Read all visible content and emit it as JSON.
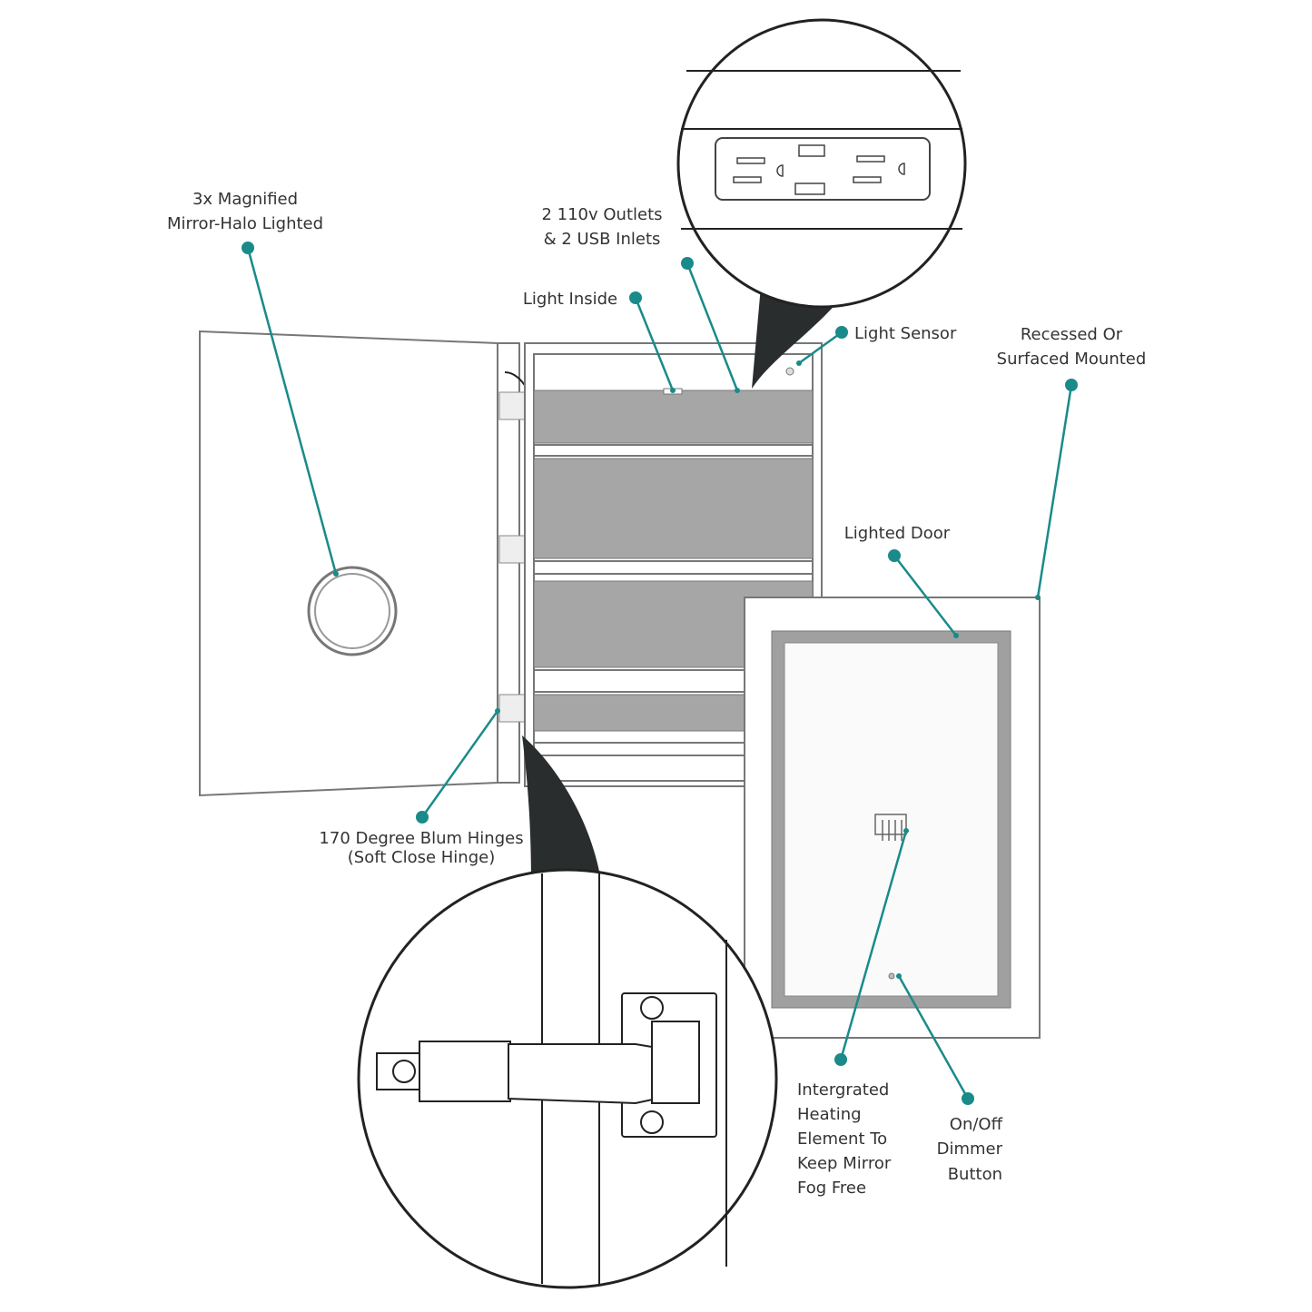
{
  "colors": {
    "accent": "#1a8a8a",
    "shelf": "#a6a6a6",
    "callout": "#2a2d2e"
  },
  "labels": {
    "magnified": [
      "3x Magnified",
      "Mirror-Halo Lighted"
    ],
    "outlets": [
      "2 110v Outlets",
      "& 2 USB Inlets"
    ],
    "light_inside": "Light Inside",
    "light_sensor": "Light Sensor",
    "mounted": [
      "Recessed Or",
      "Surfaced Mounted"
    ],
    "lighted_door": "Lighted Door",
    "hinges": [
      "170 Degree Blum Hinges",
      "(Soft Close Hinge)"
    ],
    "heating": [
      "Intergrated",
      "Heating",
      "Element To",
      "Keep Mirror",
      "Fog Free"
    ],
    "dimmer": [
      "On/Off",
      "Dimmer",
      "Button"
    ]
  }
}
